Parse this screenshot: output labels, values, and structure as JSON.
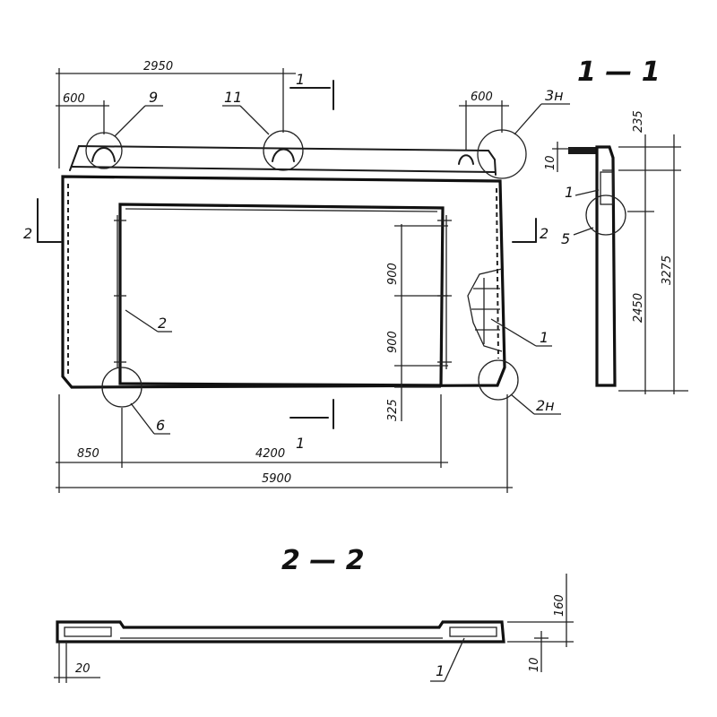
{
  "section_1_1": {
    "title": "1 — 1"
  },
  "section_2_2": {
    "title": "2 — 2"
  },
  "dimensions": {
    "d2950": "2950",
    "d600_left": "600",
    "d600_right": "600",
    "d900_upper": "900",
    "d900_lower": "900",
    "d325": "325",
    "d850": "850",
    "d4200": "4200",
    "d5900": "5900",
    "d235": "235",
    "d10_side": "10",
    "d2450": "2450",
    "d3275": "3275",
    "d160": "160",
    "d10_bottom": "10",
    "d20": "20"
  },
  "callouts": {
    "c9": "9",
    "c11": "11",
    "c3n": "3н",
    "c2": "2",
    "c1_right": "1",
    "c2n": "2н",
    "c6": "6",
    "c1_side": "1",
    "c5": "5",
    "c1_bottom": "1"
  },
  "section_marks": {
    "cut1_top": "1",
    "cut1_bottom": "1",
    "cut2_left": "2",
    "cut2_right": "2"
  }
}
